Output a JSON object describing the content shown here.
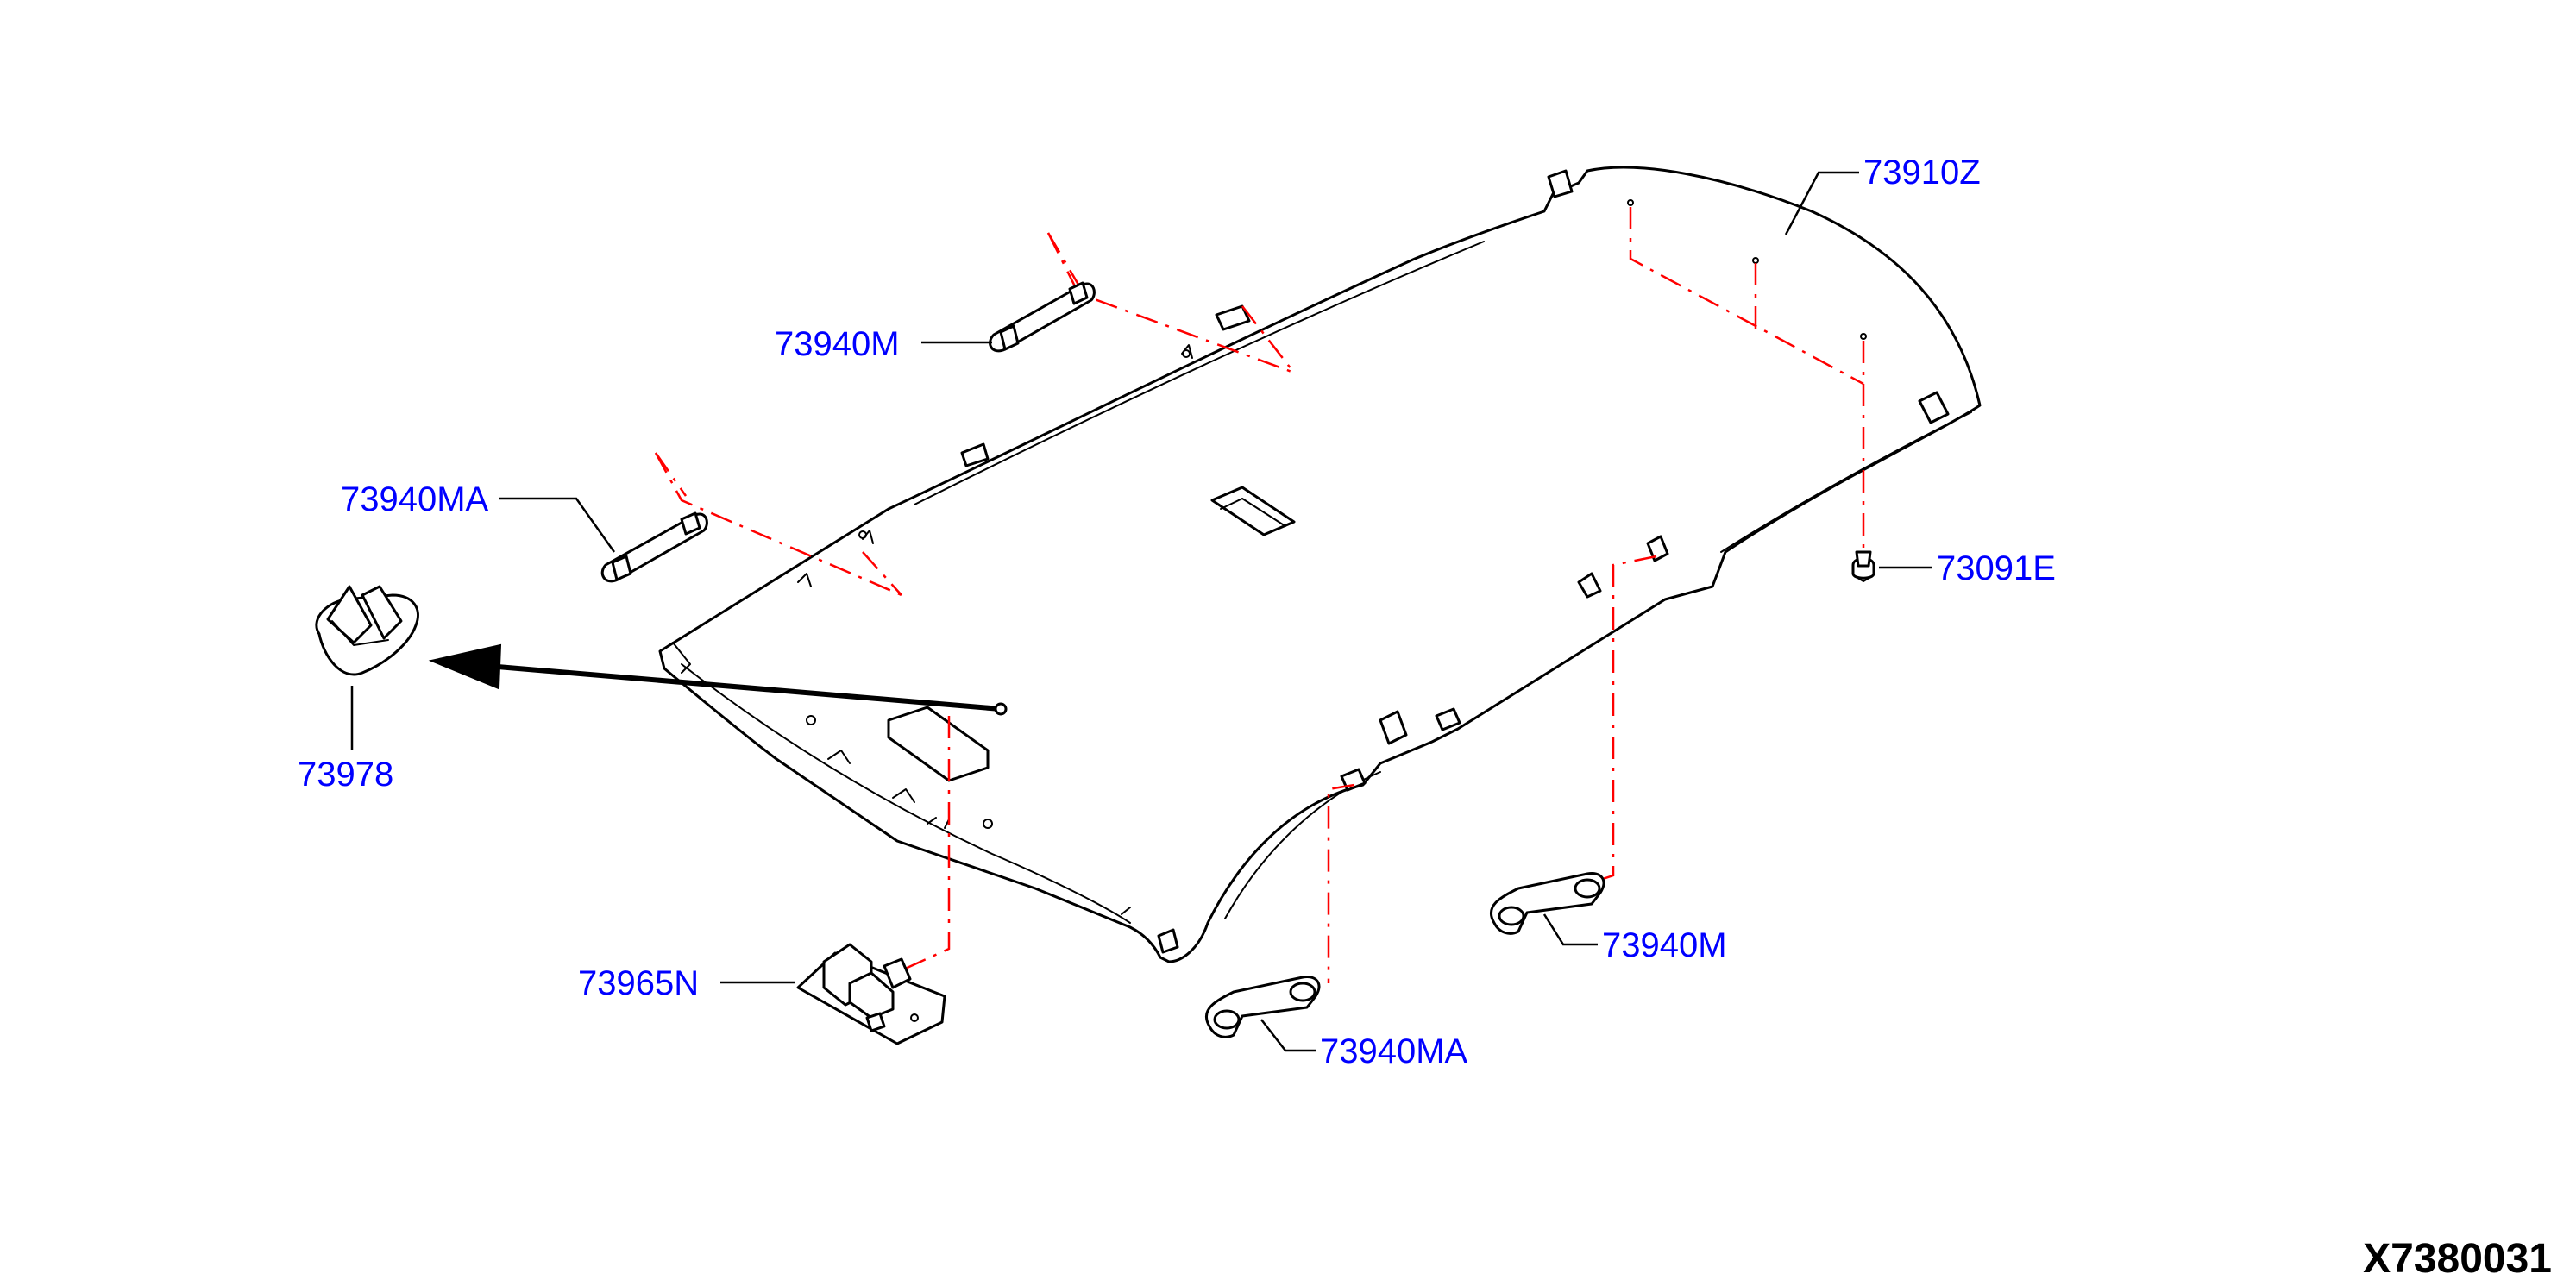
{
  "diagram": {
    "callouts": [
      {
        "id": "headlining",
        "label": "73910Z"
      },
      {
        "id": "grip-front-right",
        "label": "73940M"
      },
      {
        "id": "grip-front-left",
        "label": "73940MA"
      },
      {
        "id": "clip",
        "label": "73091E"
      },
      {
        "id": "holder",
        "label": "73978"
      },
      {
        "id": "bracket",
        "label": "73965N"
      },
      {
        "id": "grip-rear-right",
        "label": "73940M"
      },
      {
        "id": "grip-rear-left",
        "label": "73940MA"
      }
    ],
    "document_id": "X7380031",
    "colors": {
      "callout_text": "#0000ff",
      "phantom_line": "#ff0000",
      "line_art": "#000000",
      "background": "#ffffff"
    }
  }
}
